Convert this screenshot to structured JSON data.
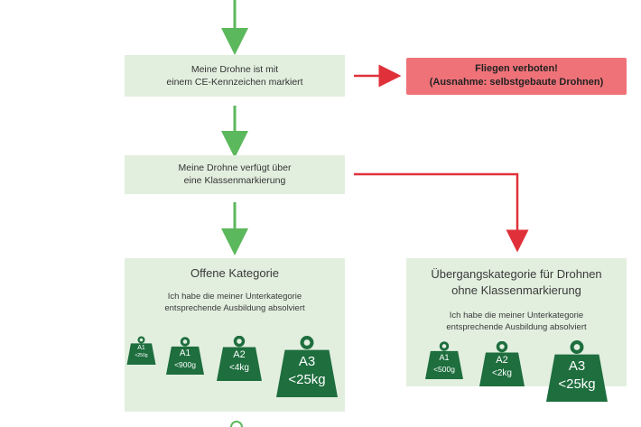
{
  "colors": {
    "green_arrow": "#5cb85c",
    "red_arrow": "#e0313a",
    "box_bg": "#e2efdf",
    "forbid_bg": "#ef7278",
    "weight": "#1e6e3e"
  },
  "q1": {
    "line1": "Meine Drohne ist mit",
    "line2": "einem CE-Kennzeichen markiert"
  },
  "forbidden": {
    "line1": "Fliegen verboten!",
    "line2": "(Ausnahme: selbstgebaute Drohnen)"
  },
  "q2": {
    "line1": "Meine Drohne verfügt über",
    "line2": "eine Klassenmarkierung"
  },
  "open_category": {
    "title": "Offene Kategorie",
    "desc1": "Ich habe die meiner Unterkategorie",
    "desc2": "entsprechende Ausbildung absolviert",
    "weights": [
      {
        "cls": "A1",
        "limit": "<250g"
      },
      {
        "cls": "A1",
        "limit": "<900g"
      },
      {
        "cls": "A2",
        "limit": "<4kg"
      },
      {
        "cls": "A3",
        "limit": "<25kg"
      }
    ]
  },
  "transition_category": {
    "title1": "Übergangskategorie für Drohnen",
    "title2": "ohne Klassenmarkierung",
    "desc1": "Ich habe die meiner Unterkategorie",
    "desc2": "entsprechende Ausbildung absolviert",
    "weights": [
      {
        "cls": "A1",
        "limit": "<500g"
      },
      {
        "cls": "A2",
        "limit": "<2kg"
      },
      {
        "cls": "A3",
        "limit": "<25kg"
      }
    ]
  }
}
